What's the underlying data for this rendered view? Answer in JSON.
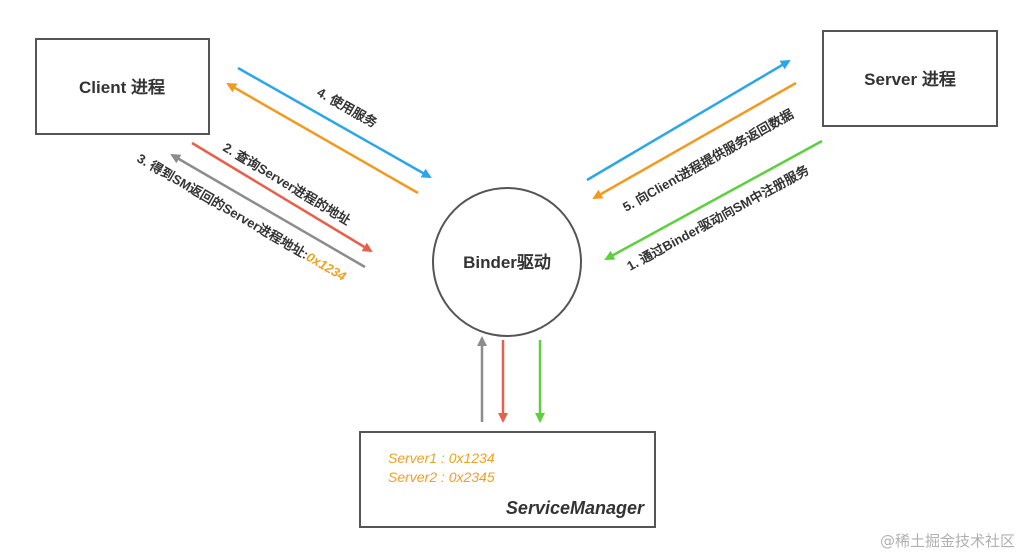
{
  "nodes": {
    "client": "Client 进程",
    "server": "Server 进程",
    "binder": "Binder驱动",
    "service_manager": {
      "title": "ServiceManager",
      "entries": [
        "Server1 : 0x1234",
        "Server2 : 0x2345"
      ]
    }
  },
  "arrows": {
    "step1": "1. 通过Binder驱动向SM中注册服务",
    "step2": "2. 查询Server进程的地址",
    "step3_prefix": "3. 得到SM返回的Server进程地址:",
    "step3_value": "0x1234",
    "step4": "4. 使用服务",
    "step5": "5. 向Client进程提供服务返回数据"
  },
  "colors": {
    "blue": "#2ba6e8",
    "orange": "#f29a1f",
    "red": "#e8604c",
    "gray": "#8c8c8c",
    "green": "#5dd03f"
  },
  "watermark": "@稀土掘金技术社区"
}
